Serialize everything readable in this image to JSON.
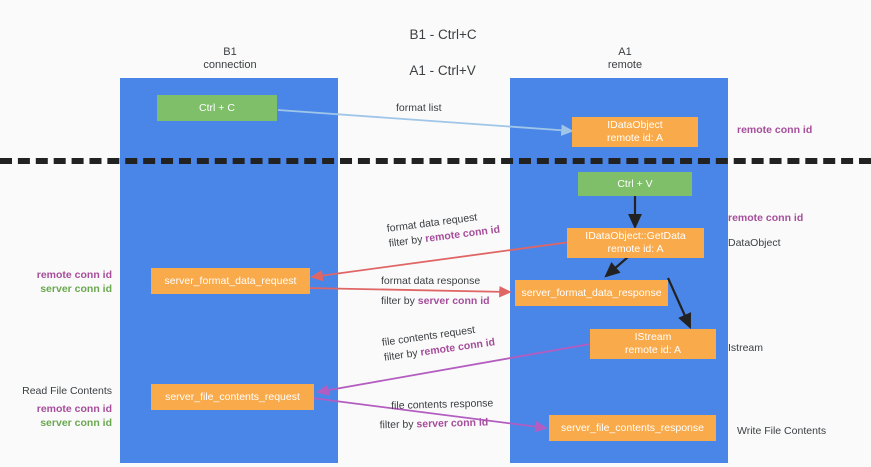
{
  "title": {
    "line1": "B1 - Ctrl+C",
    "line2": "A1 - Ctrl+V"
  },
  "columns": [
    {
      "name": "B1",
      "subtitle": "connection"
    },
    {
      "name": "A1",
      "subtitle": "remote"
    }
  ],
  "colors": {
    "lane": "#4a86e8",
    "green_box": "#7fbf6a",
    "orange_box": "#f9aa4b",
    "arrow_blue": "#9fc5e8",
    "arrow_red": "#e06666",
    "arrow_purple": "#b45dc0",
    "arrow_black": "#222222",
    "remote_conn_id": "#a64d9b",
    "server_conn_id": "#6aa84f",
    "divider": "#222222"
  },
  "boxes": {
    "ctrl_c": {
      "line1": "Ctrl + C",
      "line2": ""
    },
    "idataobject": {
      "line1": "IDataObject",
      "line2": "remote id: A"
    },
    "ctrl_v": {
      "line1": "Ctrl + V",
      "line2": ""
    },
    "getdata": {
      "line1": "IDataObject::GetData",
      "line2": "remote id: A"
    },
    "fmt_request": {
      "line1": "server_format_data_request",
      "line2": ""
    },
    "fmt_response": {
      "line1": "server_format_data_response",
      "line2": ""
    },
    "istream": {
      "line1": "IStream",
      "line2": "remote id: A"
    },
    "file_request": {
      "line1": "server_file_contents_request",
      "line2": ""
    },
    "file_response": {
      "line1": "server_file_contents_response",
      "line2": ""
    }
  },
  "arrow_labels": {
    "format_list": {
      "row1": "format list",
      "row2_prefix": "",
      "row2_accent": ""
    },
    "format_data_req": {
      "row1": "format data request",
      "row2_prefix": "filter by ",
      "row2_accent": "remote conn id"
    },
    "format_data_resp": {
      "row1": "format data response",
      "row2_prefix": "filter by ",
      "row2_accent": "server conn id"
    },
    "file_contents_req": {
      "row1": "file contents request",
      "row2_prefix": "filter by ",
      "row2_accent": "remote conn id"
    },
    "file_contents_resp": {
      "row1": "file contents response",
      "row2_prefix": "filter by ",
      "row2_accent": "server conn id"
    }
  },
  "annotations": {
    "right_remote_1": "remote conn id",
    "right_remote_2": "remote conn id",
    "right_dataobject": "DataObject",
    "right_istream": "Istream",
    "right_write_file": "Write File Contents",
    "left_remote_conn": "remote conn id",
    "left_server_conn": "server conn id",
    "left_read_file": "Read File Contents",
    "left_remote_conn_2": "remote conn id",
    "left_server_conn_2": "server conn id"
  }
}
